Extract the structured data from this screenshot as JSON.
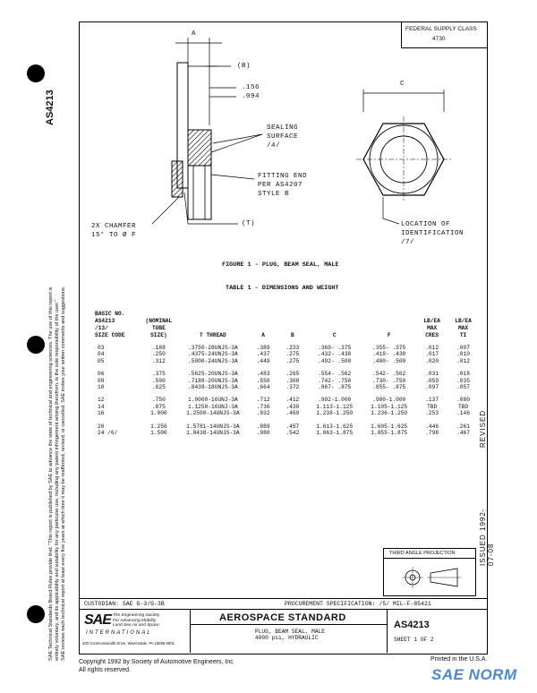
{
  "side_label": "AS4213",
  "disclaimer_lines": [
    "SAE Technical Standards Board Rules provide that: \"This report is published by SAE to advance the state of technical and engineering sciences. The use of this report is",
    "entirely voluntary, and its applicability and suitability for any particular use, including any patent infringement arising therefrom, is the sole responsibility of the user.\"",
    "SAE reviews each technical report at least every five years at which time it may be reaffirmed, revised, or cancelled. SAE invites your written comments and suggestions."
  ],
  "federal_supply": {
    "label": "FEDERAL SUPPLY CLASS",
    "value": "4730"
  },
  "figure": {
    "dim_a": "A",
    "dim_b": "(B)",
    "dim_156": ".156",
    "dim_094": ".094",
    "sealing": [
      "SEALING",
      "SURFACE",
      "/4/"
    ],
    "fitting": [
      "FITTING END",
      "PER AS4207",
      "STYLE B"
    ],
    "dim_t": "(T)",
    "chamfer": [
      "2X CHAMFER",
      "15° TO Ø F"
    ],
    "dim_c": "C",
    "location": [
      "LOCATION OF",
      "IDENTIFICATION",
      "/7/"
    ],
    "caption": "FIGURE 1 - PLUG, BEAM SEAL, MALE"
  },
  "table": {
    "title": "TABLE 1 - DIMENSIONS AND WEIGHT",
    "headers": [
      [
        "BASIC NO.",
        "AS4213",
        "/13/",
        "SIZE CODE"
      ],
      [
        "(NOMINAL",
        "TUBE",
        "SIZE)"
      ],
      [
        "T THREAD"
      ],
      [
        "A"
      ],
      [
        "B"
      ],
      [
        "C"
      ],
      [
        "F"
      ],
      [
        "LB/EA",
        "MAX",
        "CRES"
      ],
      [
        "LB/EA",
        "MAX",
        "TI"
      ]
    ],
    "rows": [
      [
        "03",
        ".188",
        ".3750-28UNJS-3A",
        ".389",
        ".233",
        ".369- .375",
        ".355- .375",
        ".012",
        ".007"
      ],
      [
        "04",
        ".250",
        ".4375-24UNJS-3A",
        ".437",
        ".275",
        ".432- .438",
        ".418- .438",
        ".017",
        ".010"
      ],
      [
        "05",
        ".312",
        ".5000-24UNJS-3A",
        ".449",
        ".275",
        ".492- .500",
        ".480- .500",
        ".020",
        ".012"
      ],
      [
        "06",
        ".375",
        ".5625-20UNJS-3A",
        ".483",
        ".265",
        ".554- .562",
        ".542- .562",
        ".031",
        ".018"
      ],
      [
        "08",
        ".500",
        ".7188-20UNJS-3A",
        ".550",
        ".308",
        ".742- .750",
        ".730- .750",
        ".059",
        ".035"
      ],
      [
        "10",
        ".625",
        ".8438-18UNJS-3A",
        ".664",
        ".372",
        ".867- .875",
        ".855- .875",
        ".097",
        ".057"
      ],
      [
        "12",
        ".750",
        "1.0000-16UNJ-3A",
        ".712",
        ".412",
        ".992-1.000",
        ".980-1.000",
        ".137",
        ".080"
      ],
      [
        "14",
        ".875",
        "1.1250-16UNJ-3A",
        ".736",
        ".430",
        "1.113-1.125",
        "1.105-1.125",
        "TBD",
        "TBD"
      ],
      [
        "16",
        "1.000",
        "1.2500-14UNJS-3A",
        ".832",
        ".460",
        "1.238-1.250",
        "1.236-1.250",
        ".253",
        ".146"
      ],
      [
        "20",
        "1.250",
        "1.5781-14UNJS-3A",
        ".889",
        ".457",
        "1.613-1.625",
        "1.605-1.625",
        ".446",
        ".261"
      ],
      [
        "24 /6/",
        "1.500",
        "1.8438-14UNJS-3A",
        ".980",
        ".542",
        "1.863-1.875",
        "1.855-1.875",
        ".798",
        ".467"
      ]
    ]
  },
  "revised_label": "REVISED",
  "issued_label": "ISSUED 1992-07-08",
  "projection_label": "THIRD ANGLE PROJECTION",
  "custodian": "CUSTODIAN: SAE G-3/G-3B",
  "procurement": "PROCUREMENT SPECIFICATION: /5/ MIL-F-85421",
  "sae_logo": "SAE",
  "sae_tagline": [
    "The Engineering Society",
    "For Advancing Mobility",
    "Land Sea Air and Space"
  ],
  "sae_international": "INTERNATIONAL",
  "sae_address": "400 Commonwealth Drive, Warrendale, PA 15096-0001",
  "standard_title": "AEROSPACE STANDARD",
  "part_title": [
    "PLUG, BEAM SEAL, MALE",
    "4000 psi, HYDRAULIC"
  ],
  "doc_number": "AS4213",
  "sheet": "SHEET 1 OF 2",
  "copyright": [
    "Copyright 1992 by Society of Automotive Engineers, Inc",
    "All rights reserved."
  ],
  "printed": "Printed in the U.S.A.",
  "watermark": "SAE NORM"
}
